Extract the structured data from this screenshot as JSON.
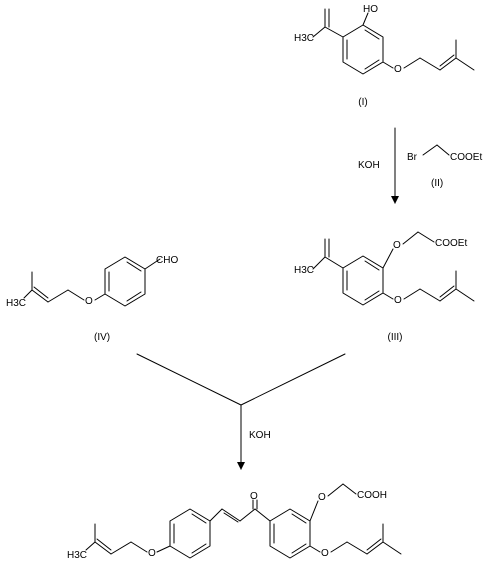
{
  "compound_I": {
    "label": "(I)",
    "atoms": {
      "oh": "HO",
      "ether_o": "O",
      "methyl": "H3C"
    }
  },
  "compound_II": {
    "label": "(II)",
    "atoms": {
      "br": "Br",
      "ester": "COOEt"
    }
  },
  "compound_III": {
    "label": "(III)",
    "atoms": {
      "ether_o": "O",
      "ester": "COOEt",
      "methyl": "H3C",
      "ring_o": "O"
    }
  },
  "compound_IV": {
    "label": "(IV)",
    "atoms": {
      "aldehyde": "CHO",
      "ether_o": "O",
      "methyl": "H3C"
    }
  },
  "product": {
    "atoms": {
      "ketone_o": "O",
      "ether_o": "O",
      "acid": "COOH",
      "left_o": "O",
      "methyl": "H3C",
      "right_o": "O"
    }
  },
  "reagents": {
    "step1": "KOH",
    "step2": "KOH"
  }
}
